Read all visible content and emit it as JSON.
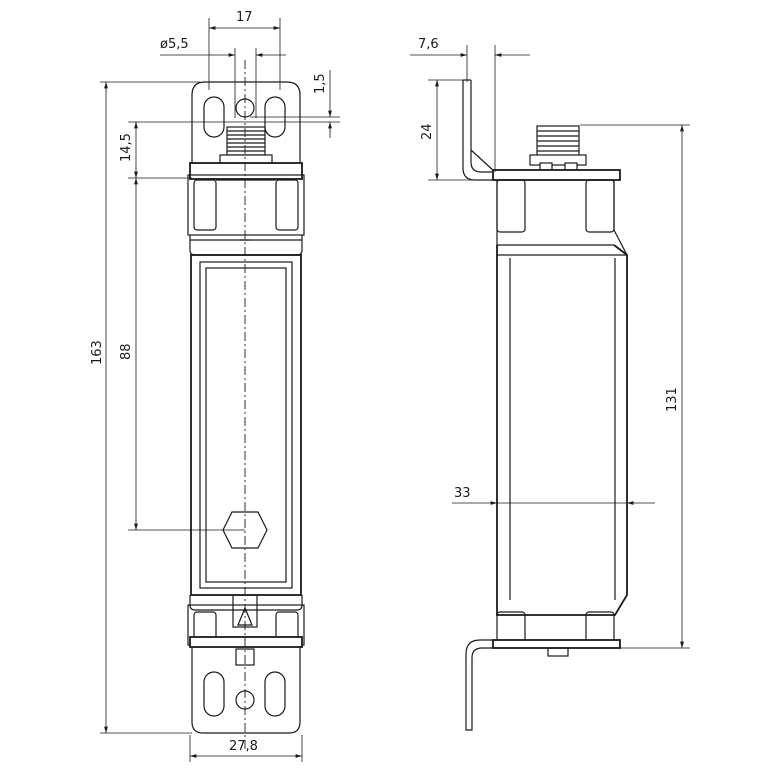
{
  "dimensions": {
    "front_width_top": "17",
    "hole_diameter": "ø5,5",
    "offset_small": "1,5",
    "connector_offset": "14,5",
    "total_height": "163",
    "actuator_distance": "88",
    "base_width": "27,8",
    "bracket_offset": "7,6",
    "bracket_height": "24",
    "body_height": "131",
    "body_depth": "33"
  }
}
